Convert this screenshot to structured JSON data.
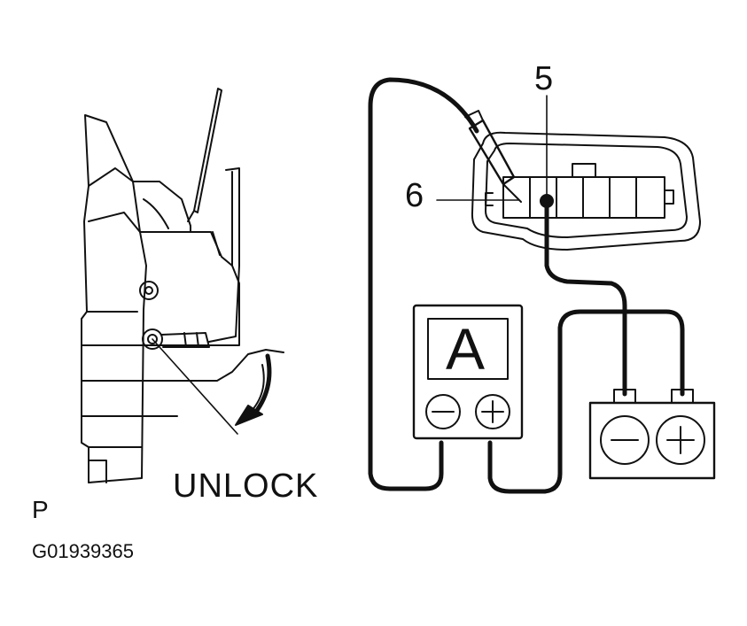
{
  "labels": {
    "connector_pin_5": "5",
    "connector_pin_6": "6",
    "unlock_direction": "UNLOCK",
    "position_letter": "P",
    "figure_code": "G01939365",
    "ammeter_letter": "A"
  },
  "icons": [
    "minus-terminal-icon",
    "plus-terminal-icon"
  ],
  "colors": {
    "line": "#111111",
    "background": "#ffffff"
  }
}
